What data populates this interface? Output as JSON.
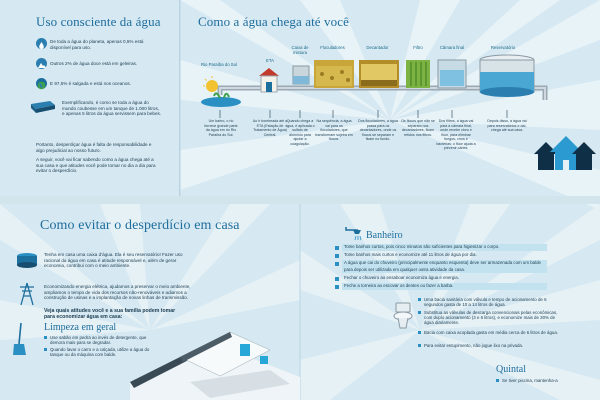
{
  "left_panel": {
    "title": "Uso consciente da água",
    "items": [
      {
        "icon": "water-drop-icon",
        "text": "De toda a água do planeta, apenas 0,5% está disponível para uso."
      },
      {
        "icon": "glacier-icon",
        "text": "Outros 2% de água doce está em geleiras."
      },
      {
        "icon": "globe-icon",
        "text": "E 97,5% é salgada e está nos oceanos."
      },
      {
        "icon": "pool-icon",
        "text": "Exemplificando, é como se toda a água do mundo coubesse em um tanque de 1.000 litros, e apenas 5 litros da água servissem para bebes."
      }
    ],
    "paragraphs": [
      "Portanto, desperdiçar água é falta de responsabilidade e algo prejudicial ao nosso futuro.",
      "A seguir, você vai ficar sabendo como a água chega até a sua casa e que atitudes você pode tomar no dia a dia para evitar o desperdício."
    ]
  },
  "process": {
    "title": "Como a água chega até você",
    "stages": [
      {
        "label": "Rio Paraíba do Sul",
        "desc": "Um bairro, o rio fornece grande parte da água em rio Rio Paraíba do Sul."
      },
      {
        "label": "ETA",
        "desc": "Ao ir bombeada até a ETA (Estação de Tratamento de Água) Central."
      },
      {
        "label": "Caixa de mistura",
        "desc": "Quando chega a água, é aplicada o sulfato de alumínio para ajudar a coagulação."
      },
      {
        "label": "Floculadores",
        "desc": "Na sequência, a água vai para os floculadores, que transformam sujeira em flocos."
      },
      {
        "label": "Decantador",
        "desc": "Dos floculadores, a água passa para os decantadores, onde os flocos se separam e ficam no fundo."
      },
      {
        "label": "Filtro",
        "desc": "Os flocos que não se separam nos decantadores, ficam retidos nos filtros."
      },
      {
        "label": "Câmara final",
        "desc": "Dos filtros, a água vai para a câmara final, onde recebe cloro e flúor, para eliminar fungos, vírus e bactérias; o flúor ajuda a prevenir cáries."
      },
      {
        "label": "Reservatório",
        "desc": "Depois disso, a água vai para reservatórios e daí, chega até sua casa."
      }
    ]
  },
  "tips": {
    "title": "Como evitar o desperdício em casa",
    "intro_items": [
      {
        "icon": "water-tank-icon",
        "text": "Tenha em casa uma caixa d'água. Ela é seu reservatório! Fazer uso racional da água em casa é atitude responsável e, além de gerar economia, contribui com o meio ambiente."
      },
      {
        "icon": "transmission-tower-icon",
        "text": "Economizando energia elétrica, ajudamos a preservar o meio ambiente, ampliamos o tempo de vida dos recursos não-renováveis e adiamos a construção de usinas e a implantação de novas linhas de transmissão."
      }
    ],
    "question": "Veja quais atitudes você e a sua família podem tomar para economizar água em casa:",
    "cleaning": {
      "title": "Limpeza em geral",
      "items": [
        "Use sabão em pedra ao invés de detergente, que demora mais para se degradar.",
        "Quando lavar o carro e a calçada, utilize a água do tanque ou da máquina com balde."
      ]
    },
    "bathroom": {
      "title": "Banheiro",
      "shower_items": [
        "Tome banhos curtos, pois cinco minutos são suficientes para higienizar o corpo.",
        "Tome banhos mais curtos e economize até 11 litros de água por dia.",
        "A água que cai do chuveiro (principalmente enquanto esquenta) deve ser armazenada com um balde para depois ser utilizada em qualquer outra atividade da casa.",
        "Fechar o chuveiro ao ensaboar economiza água e energia.",
        "Feche a torneira ao escovar os dentes ou fazer a barba."
      ],
      "toilet_items": [
        "Uma bacia sanitária com válvula e tempo de acionamento de 6 segundos gasta de 10 a 14 litros de água.",
        "Substitua as válvulas de descarga convencionais pelas econômicas, com duplo acionamento (3 e 6 litros), e economize mais de 30% de água diariamente.",
        "Bacia com caixa acoplada gasta em média cerca de 6 litros de água.",
        "Para evitar entupimento, não jogue lixo na privada."
      ]
    },
    "yard": {
      "title": "Quintal",
      "items": [
        "Se tiver piscina, mantenha-a"
      ]
    }
  }
}
